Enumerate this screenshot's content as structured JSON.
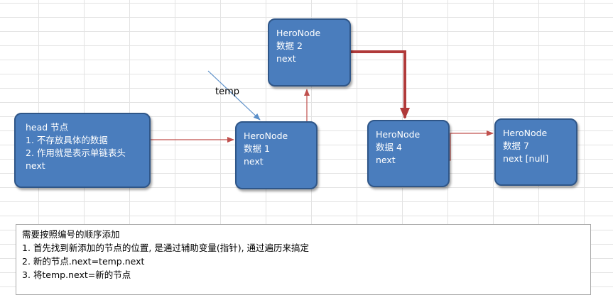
{
  "nodes": {
    "head": {
      "line1": "head 节点",
      "line2": "1. 不存放具体的数据",
      "line3": "2. 作用就是表示单链表头",
      "line4": "next"
    },
    "node2": {
      "line1": "HeroNode",
      "line2": "数据 2",
      "line3": "next"
    },
    "node1": {
      "line1": "HeroNode",
      "line2": "数据 1",
      "line3": "next"
    },
    "node4": {
      "line1": "HeroNode",
      "line2": "数据 4",
      "line3": "next"
    },
    "node7": {
      "line1": "HeroNode",
      "line2": "数据 7",
      "line3": "next [null]"
    }
  },
  "temp_label": "temp",
  "note": {
    "title": "需要按照编号的顺序添加",
    "step1": "1. 首先找到新添加的节点的位置, 是通过辅助变量(指针), 通过遍历来搞定",
    "step2": "2. 新的节点.next=temp.next",
    "step3": "3. 将temp.next=新的节点"
  },
  "colors": {
    "node_fill": "#4a7dbd",
    "node_border": "#2f5688",
    "link_arrow": "#c0504d",
    "new_link_arrow": "#b03a3a",
    "temp_arrow": "#5b8fc9"
  }
}
